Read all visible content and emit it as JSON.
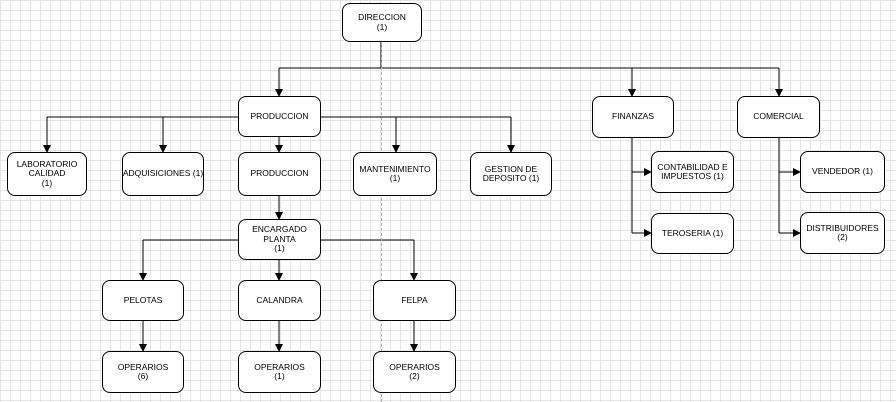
{
  "nodes": {
    "direccion": {
      "name": "DIRECCION",
      "count": "(1)"
    },
    "produccion": {
      "name": "PRODUCCION"
    },
    "finanzas": {
      "name": "FINANZAS"
    },
    "comercial": {
      "name": "COMERCIAL"
    },
    "laboratorio": {
      "line1": "LABORATORIO",
      "line2": "CALIDAD",
      "count": "(1)"
    },
    "adquisiciones": {
      "name": "ADQUISICIONES (1)"
    },
    "produccion_sub": {
      "name": "PRODUCCION"
    },
    "mantenimiento": {
      "name": "MANTENIMIENTO",
      "count": "(1)"
    },
    "gestion": {
      "line1": "GESTION DE",
      "line2": "DEPOSITO (1)"
    },
    "encargado": {
      "line1": "ENCARGADO",
      "line2": "PLANTA",
      "count": "(1)"
    },
    "pelotas": {
      "name": "PELOTAS"
    },
    "calandra": {
      "name": "CALANDRA"
    },
    "felpa": {
      "name": "FELPA"
    },
    "operarios_pelotas": {
      "name": "OPERARIOS",
      "count": "(6)"
    },
    "operarios_calandra": {
      "name": "OPERARIOS",
      "count": "(1)"
    },
    "operarios_felpa": {
      "name": "OPERARIOS",
      "count": "(2)"
    },
    "contabilidad": {
      "line1": "CONTABILIDAD E",
      "line2": "IMPUESTOS (1)"
    },
    "teroseria": {
      "name": "TEROSERIA (1)"
    },
    "vendedor": {
      "name": "VENDEDOR (1)"
    },
    "distribuidores": {
      "name": "DISTRIBUIDORES",
      "count": "(2)"
    }
  }
}
